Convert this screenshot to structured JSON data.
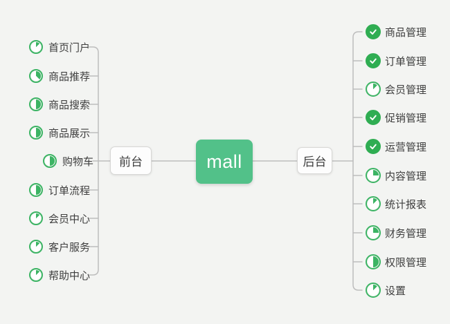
{
  "colors": {
    "background": "#f3f4f2",
    "connector": "#bdbdbd",
    "text": "#3e3e3e",
    "pie_green": "#3cb464",
    "done_green": "#2fad52",
    "root_green": "#52c189"
  },
  "root_node": {
    "label": "mall"
  },
  "branches": [
    {
      "side": "left",
      "node_label": "前台",
      "children": [
        {
          "label": "首页门户",
          "progress": 0.125
        },
        {
          "label": "商品推荐",
          "progress": 0.375
        },
        {
          "label": "商品搜索",
          "progress": 0.5
        },
        {
          "label": "商品展示",
          "progress": 0.5
        },
        {
          "label": "购物车",
          "progress": 0.5
        },
        {
          "label": "订单流程",
          "progress": 0.5
        },
        {
          "label": "会员中心",
          "progress": 0.125
        },
        {
          "label": "客户服务",
          "progress": 0.125
        },
        {
          "label": "帮助中心",
          "progress": 0.125
        }
      ]
    },
    {
      "side": "right",
      "node_label": "后台",
      "children": [
        {
          "label": "商品管理",
          "progress": 1
        },
        {
          "label": "订单管理",
          "progress": 1
        },
        {
          "label": "会员管理",
          "progress": 0.125
        },
        {
          "label": "促销管理",
          "progress": 1
        },
        {
          "label": "运营管理",
          "progress": 1
        },
        {
          "label": "内容管理",
          "progress": 0.25
        },
        {
          "label": "统计报表",
          "progress": 0.125
        },
        {
          "label": "财务管理",
          "progress": 0.25
        },
        {
          "label": "权限管理",
          "progress": 0.5
        },
        {
          "label": "设置",
          "progress": 0.125
        }
      ]
    }
  ]
}
